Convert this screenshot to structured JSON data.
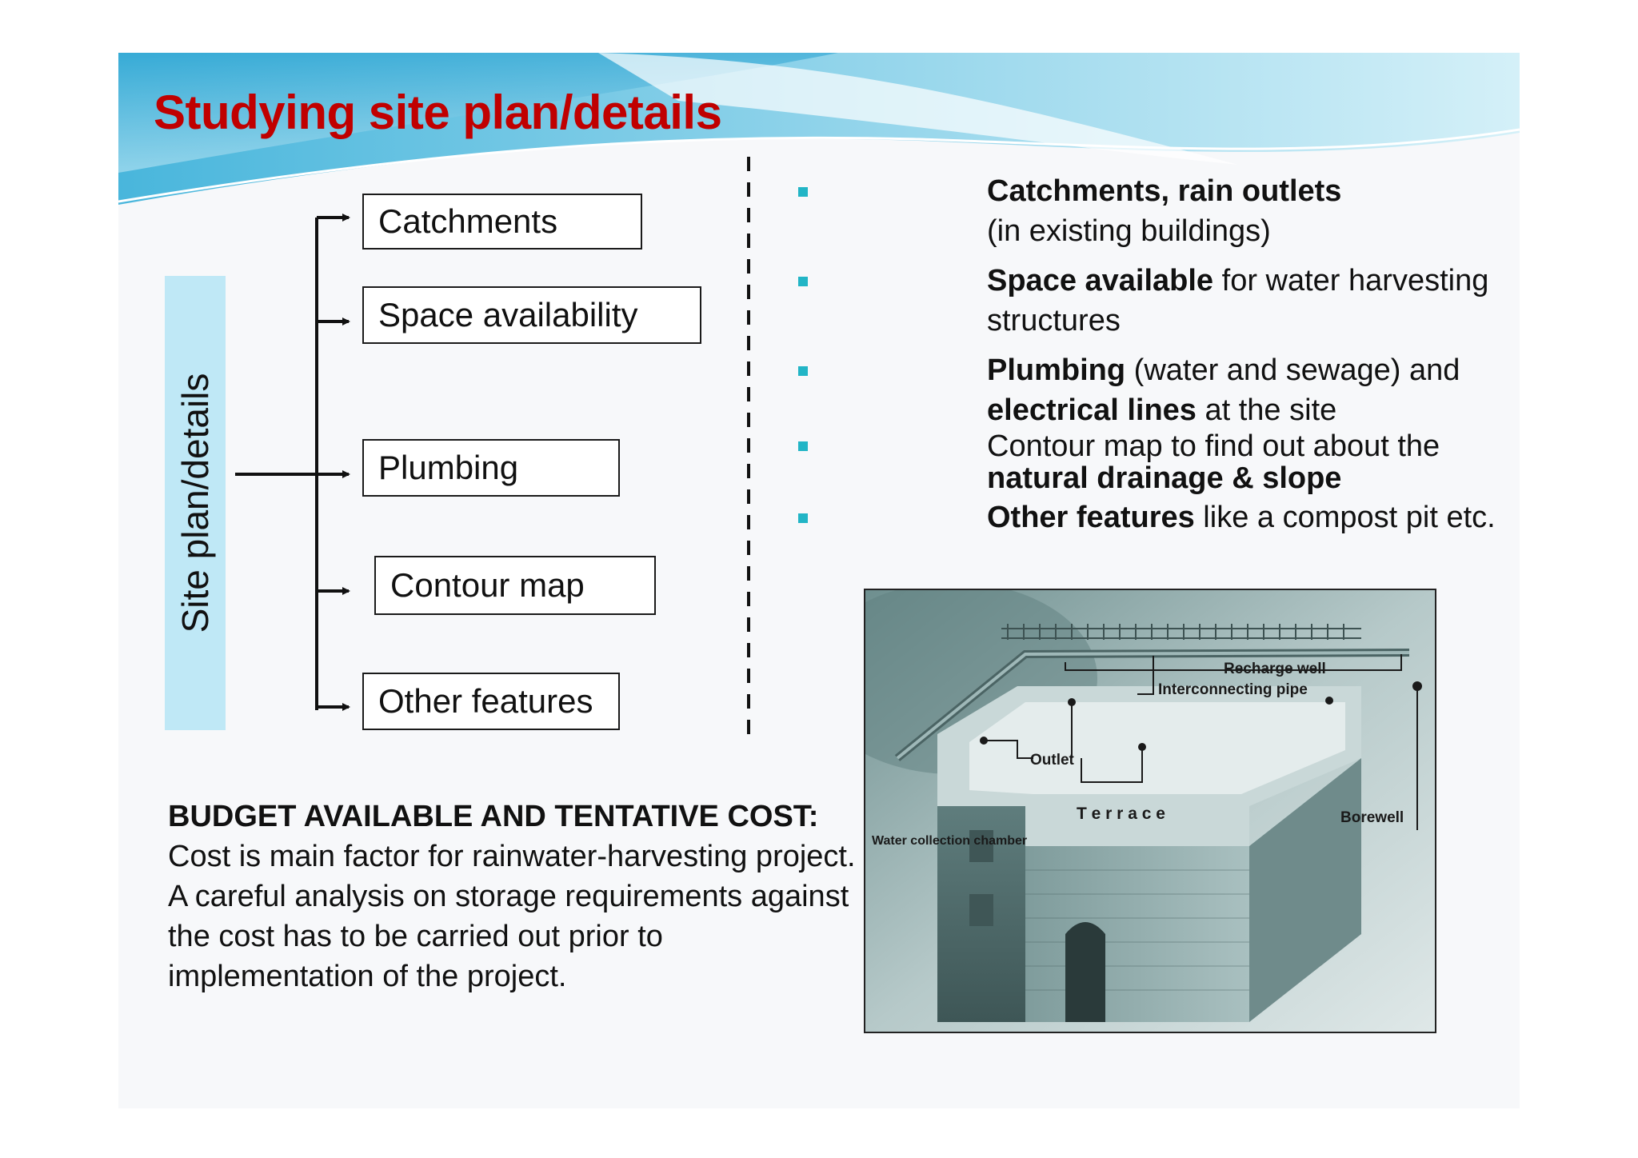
{
  "slide": {
    "title": "Studying site plan/details"
  },
  "diagram": {
    "root_label": "Site plan/details",
    "boxes": [
      {
        "label": "Catchments"
      },
      {
        "label": "Space availability"
      },
      {
        "label": "Plumbing"
      },
      {
        "label": "Contour map"
      },
      {
        "label": "Other features"
      }
    ]
  },
  "bullets": [
    {
      "bold": "Catchments, rain outlets",
      "line2": "(in existing buildings)"
    },
    {
      "bold": "Space available",
      "rest": " for water harvesting structures"
    },
    {
      "bold": "Plumbing",
      "rest": " (water and sewage) and ",
      "bold2": "electrical lines",
      "rest2": " at the site"
    },
    {
      "text": "Contour map to find out about the ",
      "bold": "natural drainage & slope"
    },
    {
      "bold": "Other features",
      "rest": " like a compost pit etc."
    }
  ],
  "budget": {
    "heading": "BUDGET AVAILABLE AND TENTATIVE COST:",
    "text": " Cost is main factor for rainwater-harvesting project. A careful analysis on storage requirements against the cost has to be carried out prior to implementation of the project."
  },
  "illustration": {
    "labels": {
      "recharge_well": "Recharge well",
      "interconnecting_pipe": "Interconnecting pipe",
      "outlet": "Outlet",
      "terrace": "T e r r a c e",
      "borewell": "Borewell",
      "water_collection_chamber": "Water collection chamber"
    }
  }
}
